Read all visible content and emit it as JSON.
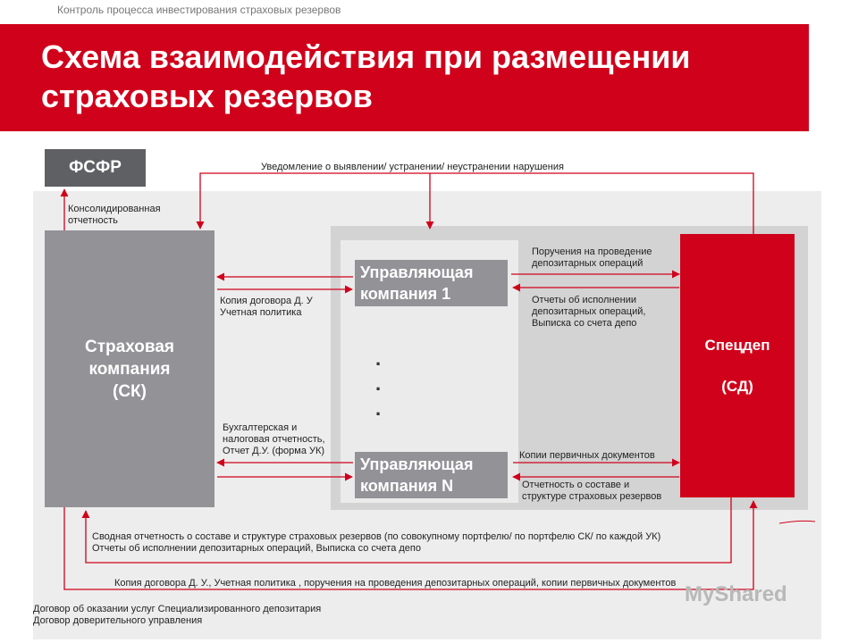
{
  "header": {
    "caption": "Контроль процесса инвестирования страховых резервов",
    "title": "Схема взаимодействия при размещении страховых резервов"
  },
  "nodes": {
    "fsfr": "ФСФР",
    "sk": [
      "Страховая",
      "компания",
      "(СК)"
    ],
    "sd": [
      "Спецдеп",
      "(СД)"
    ],
    "uk1": [
      "Управляющая",
      "компания 1"
    ],
    "ukn": [
      "Управляющая",
      "компания N"
    ],
    "dots": [
      ".",
      ".",
      "."
    ]
  },
  "labels": {
    "notification": "Уведомление о выявлении/ устранении/ неустранении нарушения",
    "consolidated": [
      "Консолидированная",
      "отчетность"
    ],
    "contract_copy": [
      "Копия договора Д. У",
      "Учетная политика"
    ],
    "accounting": [
      "Бухгалтерская и",
      "налоговая отчетность,",
      "Отчет Д.У. (форма УК)"
    ],
    "orders": [
      "Поручения на проведение",
      "депозитарных операций"
    ],
    "reports": [
      "Отчеты об исполнении",
      "депозитарных операций,",
      "Выписка со счета депо"
    ],
    "primary_docs": "Копии первичных документов",
    "composition": [
      "Отчетность о составе и",
      "структуре страховых резервов"
    ],
    "summary": [
      "Сводная отчетность о составе и структуре страховых резервов (по совокупному портфелю/ по портфелю СК/ по каждой УК)",
      "Отчеты об исполнении депозитарных операций, Выписка со счета депо"
    ],
    "bottom_flow": "Копия договора Д. У., Учетная политика , поручения на проведения депозитарных операций, копии первичных документов"
  },
  "footer": {
    "lines": [
      "Договор об оказании услуг Специализированного депозитария",
      "Договор доверительного управления"
    ]
  },
  "watermark": "MyShared",
  "colors": {
    "accent": "#d0021b",
    "dark_box": "#5f6064",
    "gray_box": "#929297"
  }
}
